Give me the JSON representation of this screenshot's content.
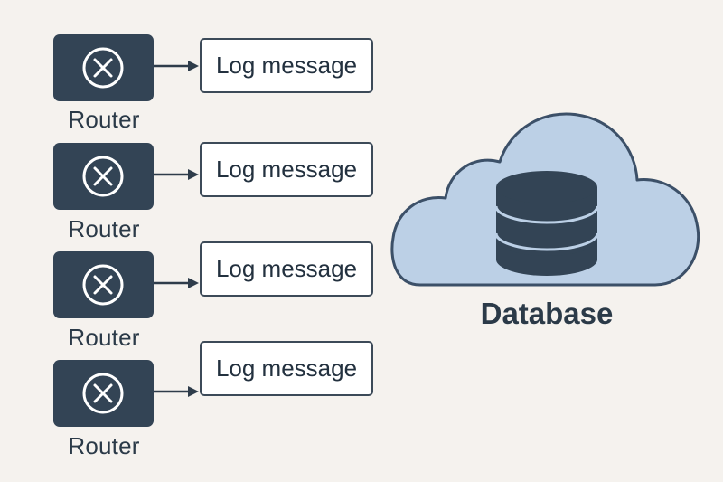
{
  "routers": [
    {
      "label": "Router",
      "log_message": "Log message"
    },
    {
      "label": "Router",
      "log_message": "Log message"
    },
    {
      "label": "Router",
      "log_message": "Log message"
    },
    {
      "label": "Router",
      "log_message": "Log message"
    }
  ],
  "database": {
    "label": "Database",
    "icon": "database-icon",
    "container_icon": "cloud-icon"
  },
  "colors": {
    "background": "#f5f2ee",
    "router_fill": "#334455",
    "cloud_fill": "#bcd0e6",
    "cloud_stroke": "#3c5068",
    "text": "#2b3a48"
  }
}
